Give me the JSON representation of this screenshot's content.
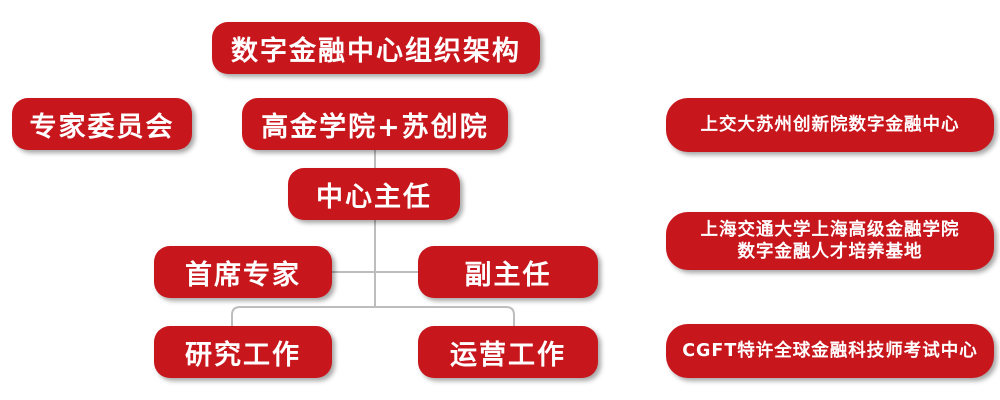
{
  "title": "数字金融中心组织架构",
  "expert_committee": "专家委员会",
  "institutes": "高金学院+苏创院",
  "director": "中心主任",
  "chief_expert": "首席专家",
  "deputy_director": "副主任",
  "research_work": "研究工作",
  "operations_work": "运营工作",
  "side_panel": {
    "item1": "上交大苏州创新院数字金融中心",
    "item2_line1": "上海交通大学上海高级金融学院",
    "item2_line2": "数字金融人才培养基地",
    "item3": "CGFT特许全球金融科技师考试中心"
  },
  "colors": {
    "box_fill": "#c8161d",
    "connector": "#bdbdbd",
    "text": "#ffffff"
  }
}
